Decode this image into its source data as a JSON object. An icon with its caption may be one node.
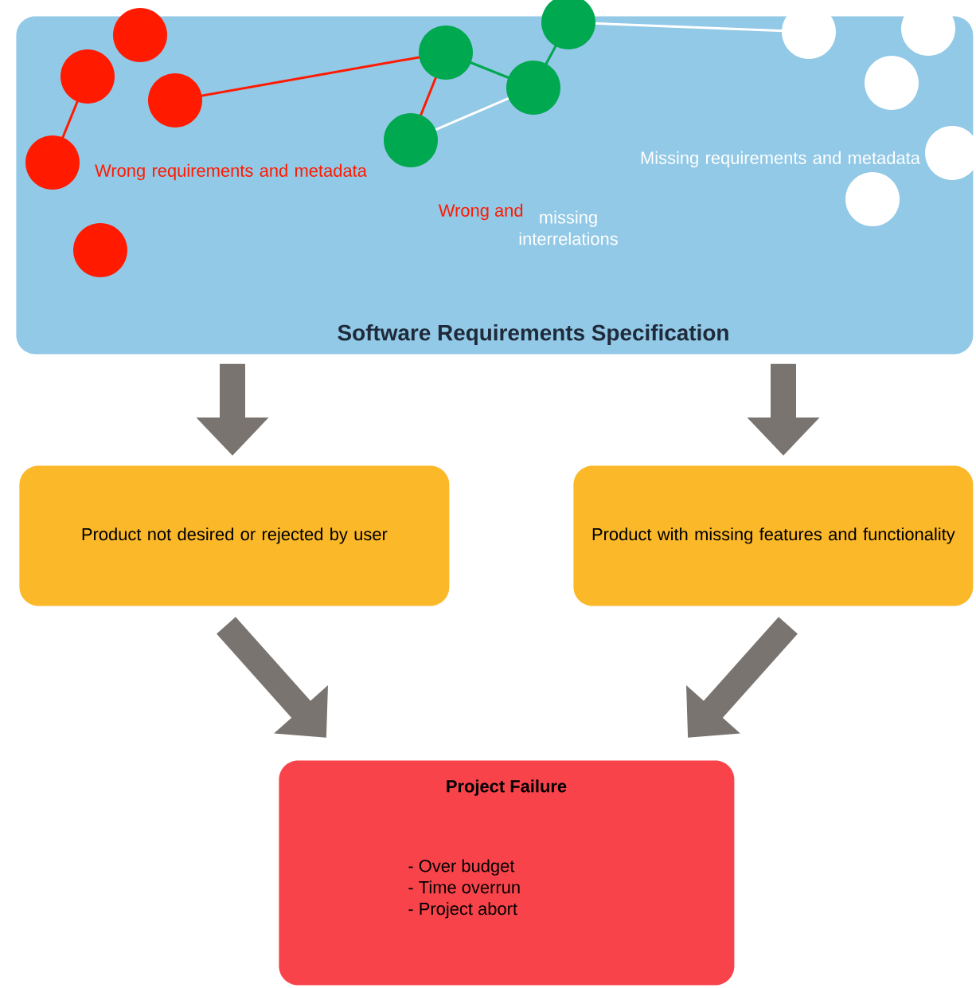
{
  "diagram": {
    "nodes": [
      {
        "text": [
          "Wrong requirements and metadata",
          "Wrong and",
          "missing interrelations",
          "Missing requirements and metadata",
          "Software Requirements Specification"
        ]
      },
      {
        "text": [
          "Product not desired or rejected by user"
        ]
      },
      {
        "text": [
          "Product with missing features and functionality"
        ]
      },
      {
        "text": [
          "Project Failure",
          "- Over budget",
          "- Time overrun",
          "- Project abort"
        ]
      }
    ],
    "edges": [
      {
        "from": 0,
        "to": 1,
        "arrow": "to"
      },
      {
        "from": 0,
        "to": 2,
        "arrow": "to"
      },
      {
        "from": 1,
        "to": 3,
        "arrow": "to"
      },
      {
        "from": 2,
        "to": 3,
        "arrow": "to"
      }
    ]
  }
}
